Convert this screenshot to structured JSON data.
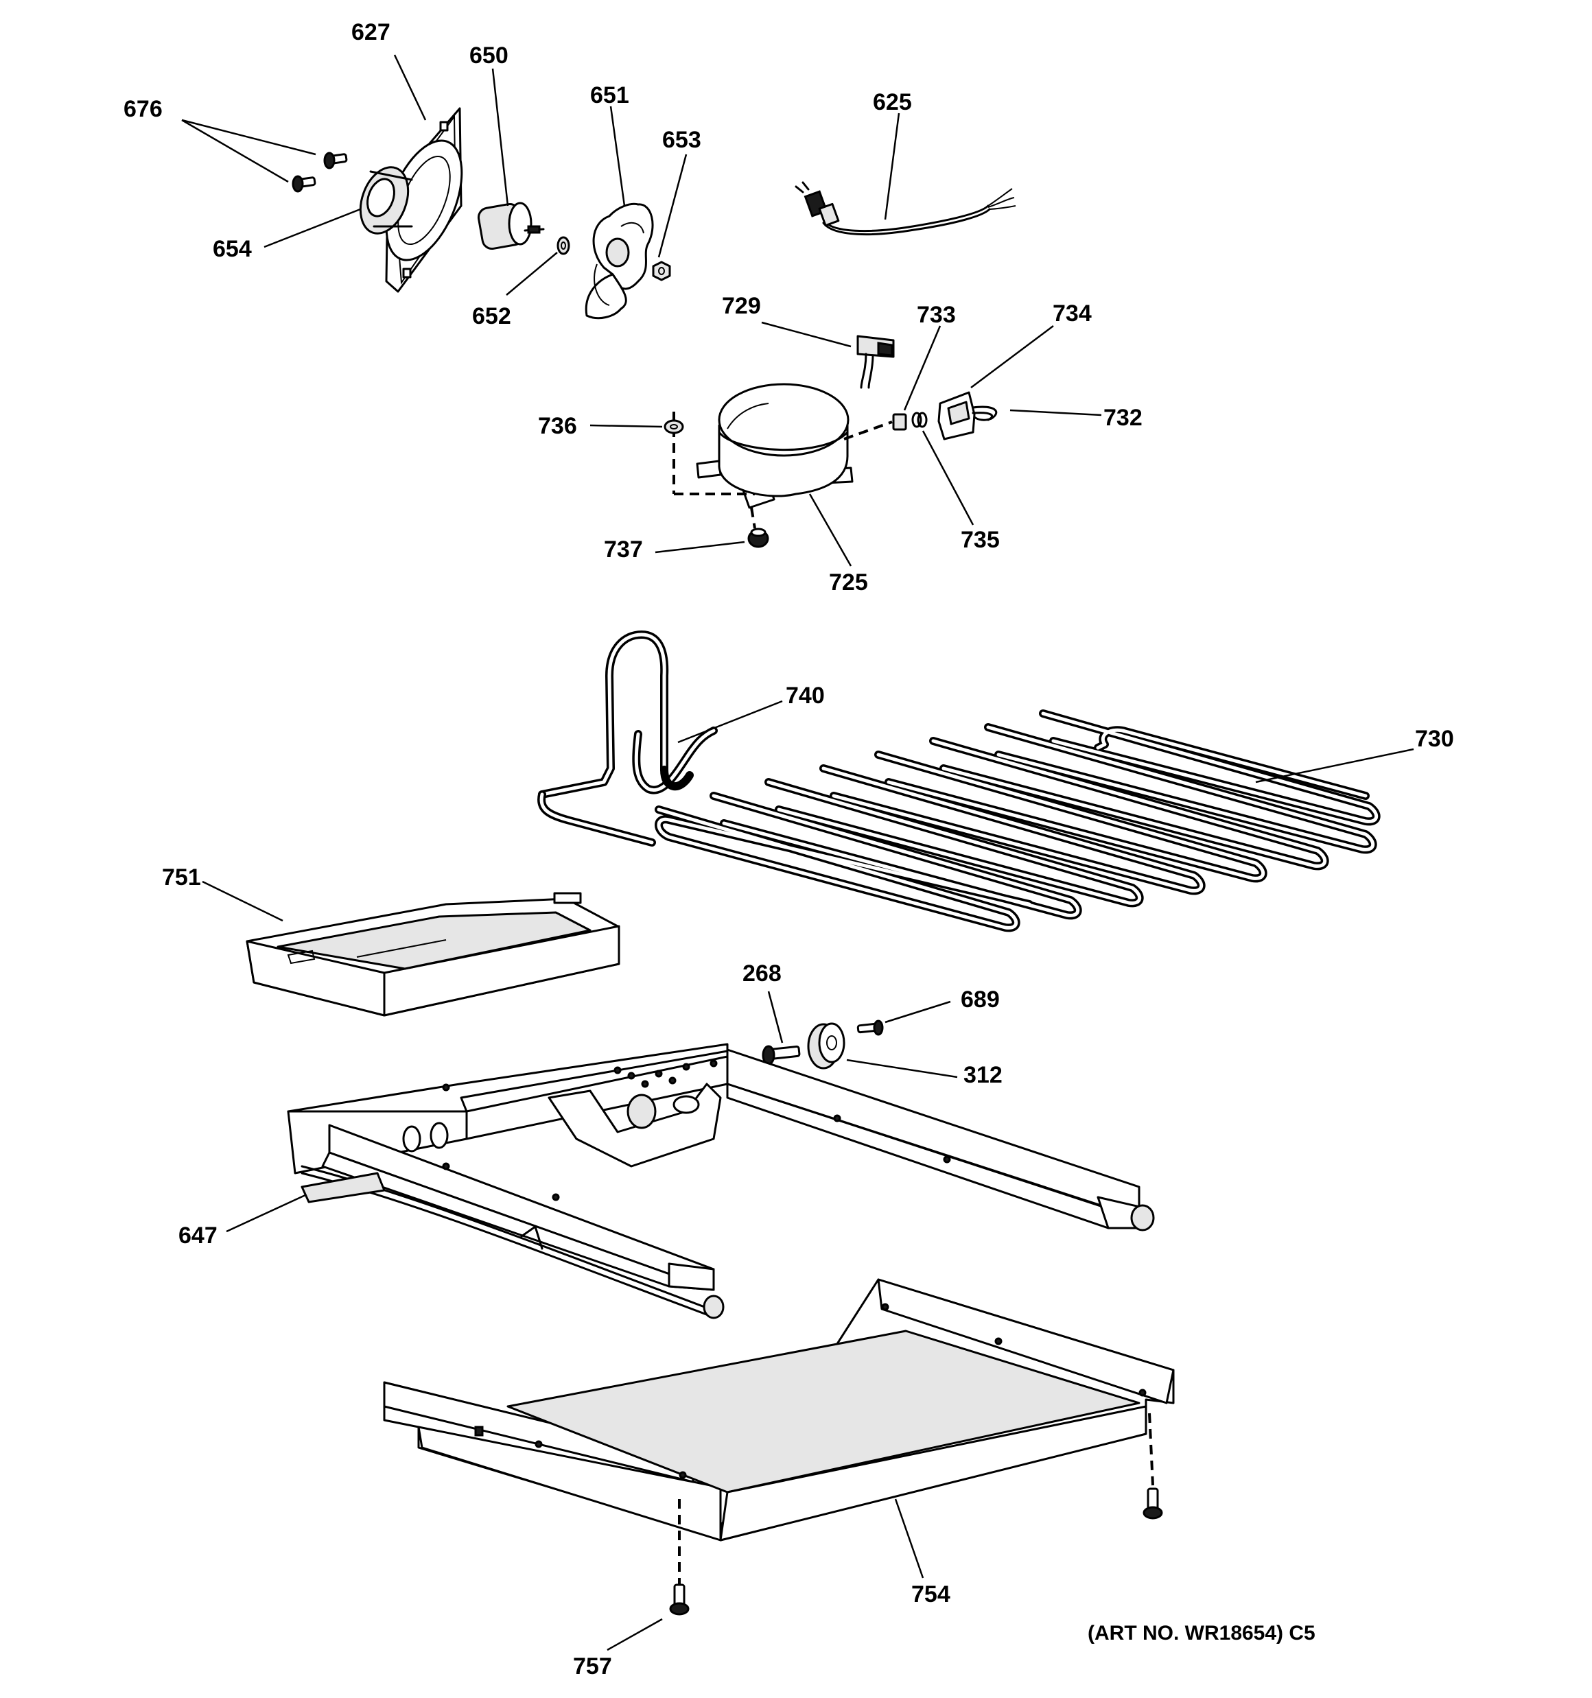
{
  "callouts": [
    {
      "id": "627",
      "text": "627"
    },
    {
      "id": "650",
      "text": "650"
    },
    {
      "id": "651",
      "text": "651"
    },
    {
      "id": "653",
      "text": "653"
    },
    {
      "id": "625",
      "text": "625"
    },
    {
      "id": "676",
      "text": "676"
    },
    {
      "id": "654",
      "text": "654"
    },
    {
      "id": "652",
      "text": "652"
    },
    {
      "id": "729",
      "text": "729"
    },
    {
      "id": "733",
      "text": "733"
    },
    {
      "id": "734",
      "text": "734"
    },
    {
      "id": "732",
      "text": "732"
    },
    {
      "id": "736",
      "text": "736"
    },
    {
      "id": "735",
      "text": "735"
    },
    {
      "id": "737",
      "text": "737"
    },
    {
      "id": "725",
      "text": "725"
    },
    {
      "id": "740",
      "text": "740"
    },
    {
      "id": "730",
      "text": "730"
    },
    {
      "id": "751",
      "text": "751"
    },
    {
      "id": "268",
      "text": "268"
    },
    {
      "id": "689",
      "text": "689"
    },
    {
      "id": "312",
      "text": "312"
    },
    {
      "id": "647",
      "text": "647"
    },
    {
      "id": "754",
      "text": "754"
    },
    {
      "id": "757",
      "text": "757"
    }
  ],
  "art_number": "(ART NO. WR18654) C5"
}
